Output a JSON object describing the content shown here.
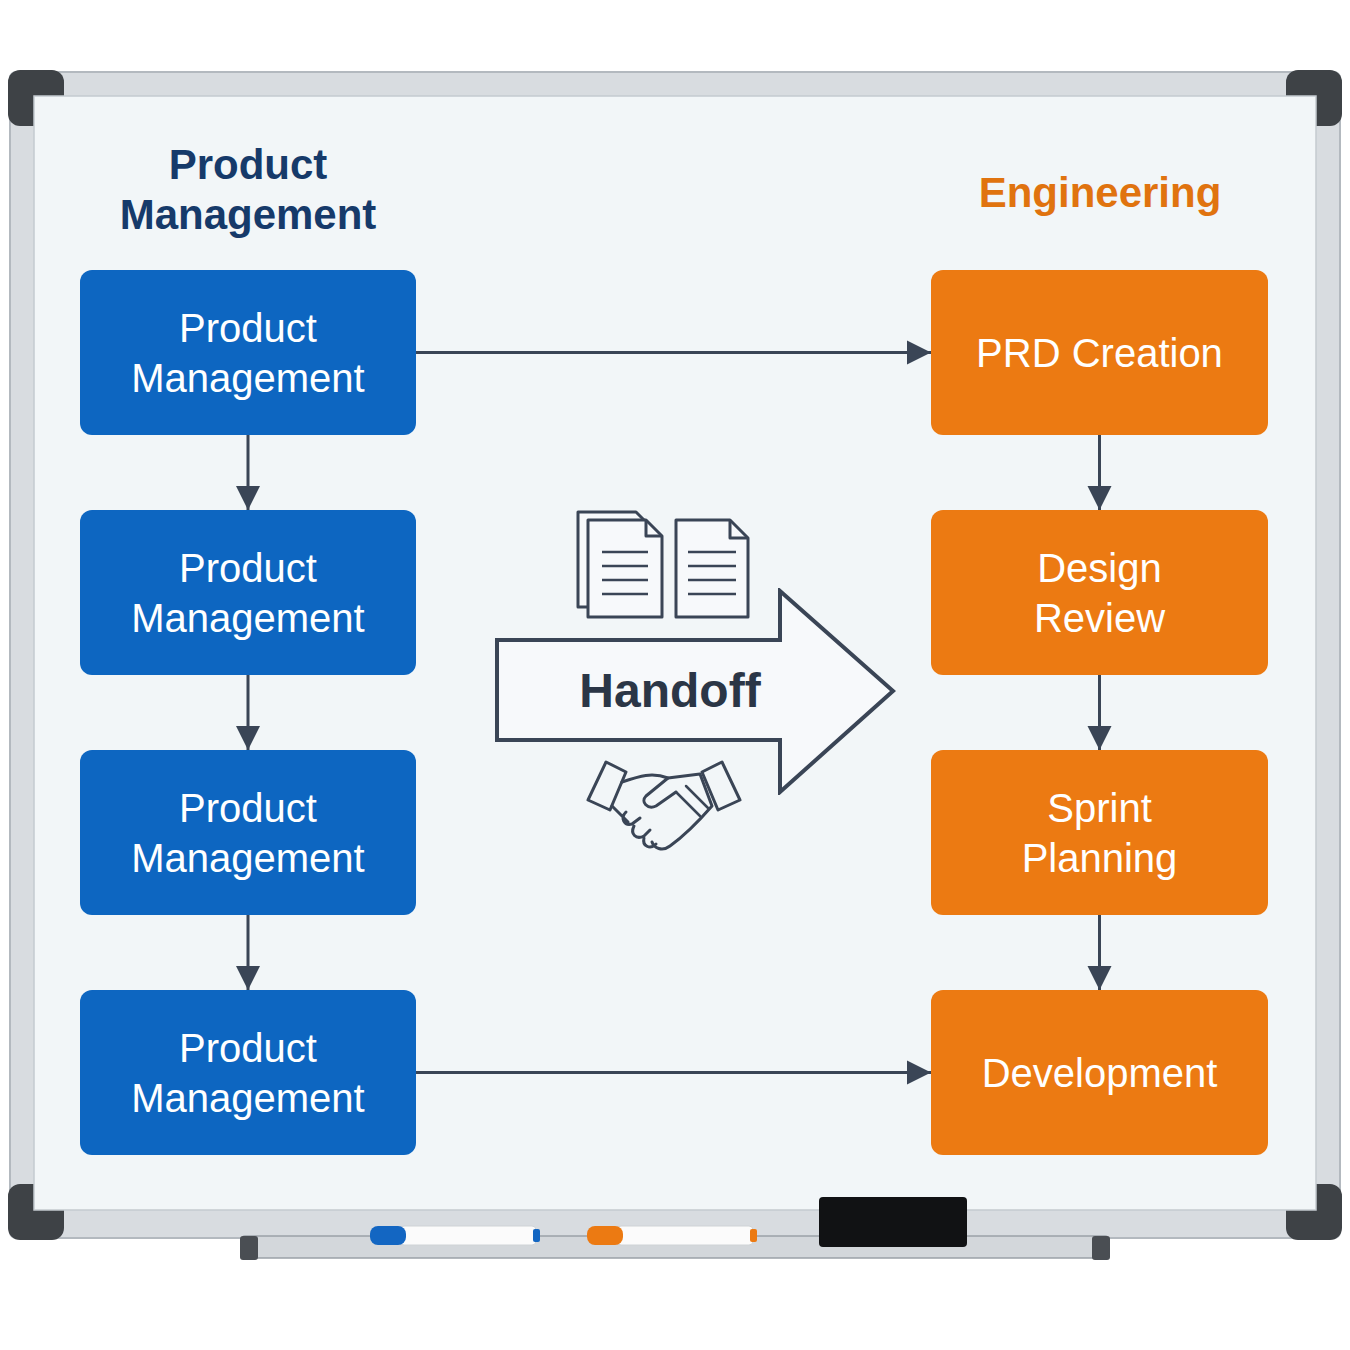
{
  "diagram": {
    "nodes": [
      {
        "text": [
          "Product Management"
        ]
      },
      {
        "text": [
          "Product Management"
        ]
      },
      {
        "text": [
          "Product Management"
        ]
      },
      {
        "text": [
          "Product Management"
        ]
      },
      {
        "text": [
          "PRD Creation"
        ]
      },
      {
        "text": [
          "Design Review"
        ]
      },
      {
        "text": [
          "Sprint Planning"
        ]
      },
      {
        "text": [
          "Development"
        ]
      },
      {
        "text": [
          "Handoff"
        ]
      }
    ],
    "edges": [
      {
        "from": 0,
        "to": 1,
        "arrow": "to"
      },
      {
        "from": 1,
        "to": 2,
        "arrow": "to"
      },
      {
        "from": 2,
        "to": 3,
        "arrow": "to"
      },
      {
        "from": 0,
        "to": 4,
        "arrow": "to"
      },
      {
        "from": 4,
        "to": 5,
        "arrow": "to"
      },
      {
        "from": 5,
        "to": 6,
        "arrow": "to"
      },
      {
        "from": 6,
        "to": 7,
        "arrow": "to"
      },
      {
        "from": 3,
        "to": 7,
        "arrow": "to"
      }
    ],
    "labels": [
      "Product Management",
      "Engineering"
    ]
  }
}
